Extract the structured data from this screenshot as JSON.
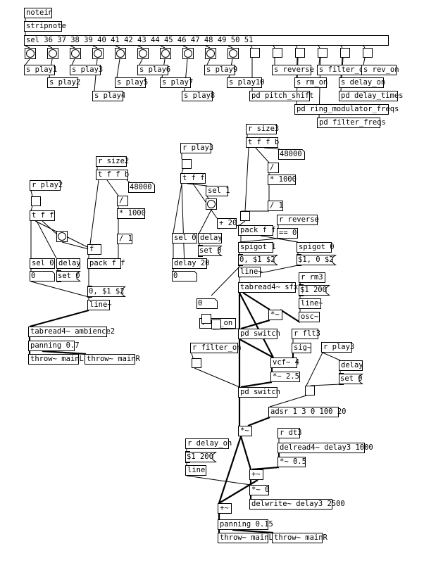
{
  "objects": [
    {
      "id": "notein",
      "text": "notein"
    },
    {
      "id": "stripnote",
      "text": "stripnote"
    },
    {
      "id": "sel_notes",
      "text": "sel 36 37 38 39 40 41 42 43 44 45 46 47 48 49 50 51"
    },
    {
      "id": "s_play1",
      "text": "s play1"
    },
    {
      "id": "s_play2",
      "text": "s play2"
    },
    {
      "id": "s_play3",
      "text": "s play3"
    },
    {
      "id": "s_play4",
      "text": "s play4"
    },
    {
      "id": "s_play5",
      "text": "s play5"
    },
    {
      "id": "s_play6",
      "text": "s play6"
    },
    {
      "id": "s_play7",
      "text": "s play7"
    },
    {
      "id": "s_play8",
      "text": "s play8"
    },
    {
      "id": "s_play9",
      "text": "s play9"
    },
    {
      "id": "s_play10",
      "text": "s play10"
    },
    {
      "id": "pd_pitch_shift",
      "text": "pd pitch_shift"
    },
    {
      "id": "s_reverse",
      "text": "s reverse"
    },
    {
      "id": "s_rm_on",
      "text": "s rm_on"
    },
    {
      "id": "pd_ring_mod",
      "text": "pd ring_modulator_freqs"
    },
    {
      "id": "s_filter_on",
      "text": "s filter_on"
    },
    {
      "id": "pd_filter_freqs",
      "text": "pd filter_freqs"
    },
    {
      "id": "s_delay_on",
      "text": "s delay_on"
    },
    {
      "id": "pd_delay_times",
      "text": "pd delay_times"
    },
    {
      "id": "s_rev_on",
      "text": "s rev_on"
    },
    {
      "id": "r_play2",
      "text": "r play2"
    },
    {
      "id": "tff_a",
      "text": "t f f"
    },
    {
      "id": "sel0_a",
      "text": "sel 0"
    },
    {
      "id": "delay_a",
      "text": "delay"
    },
    {
      "id": "set0_a",
      "text": "set 0"
    },
    {
      "id": "f_a",
      "text": "f"
    },
    {
      "id": "r_size2",
      "text": "r size2"
    },
    {
      "id": "tffb_a",
      "text": "t f f b"
    },
    {
      "id": "div_a",
      "text": "/"
    },
    {
      "id": "mul1000_a",
      "text": "* 1000"
    },
    {
      "id": "div1_a",
      "text": "/ 1"
    },
    {
      "id": "pack_a",
      "text": "pack f f"
    },
    {
      "id": "msg_line_a",
      "text": "0, $1 $2"
    },
    {
      "id": "line_a",
      "text": "line~"
    },
    {
      "id": "tabread_amb",
      "text": "tabread4~ ambience2"
    },
    {
      "id": "panning_a",
      "text": "panning 0.7"
    },
    {
      "id": "throwL_a",
      "text": "throw~ mainL"
    },
    {
      "id": "throwR_a",
      "text": "throw~ mainR"
    },
    {
      "id": "r_play3",
      "text": "r play3"
    },
    {
      "id": "tff_b",
      "text": "t f f"
    },
    {
      "id": "sel1_b",
      "text": "sel 1"
    },
    {
      "id": "sel0_b",
      "text": "sel 0"
    },
    {
      "id": "delay_b",
      "text": "delay"
    },
    {
      "id": "set0_b",
      "text": "set 0"
    },
    {
      "id": "delay20_b",
      "text": "delay 20"
    },
    {
      "id": "plus20_b",
      "text": "+ 20"
    },
    {
      "id": "pack_b",
      "text": "pack f f"
    },
    {
      "id": "r_size3",
      "text": "r size3"
    },
    {
      "id": "tffb_b",
      "text": "t f f b"
    },
    {
      "id": "div_b",
      "text": "/"
    },
    {
      "id": "mul1000_b",
      "text": "* 1000"
    },
    {
      "id": "div1_b",
      "text": "/ 1"
    },
    {
      "id": "r_reverse",
      "text": "r reverse"
    },
    {
      "id": "eq0_b",
      "text": "== 0"
    },
    {
      "id": "spigot1_b",
      "text": "spigot 1"
    },
    {
      "id": "spigot0_b",
      "text": "spigot 0"
    },
    {
      "id": "msg_line_b",
      "text": "0, $1 $2"
    },
    {
      "id": "msg_line_b2",
      "text": "$1, 0 $2"
    },
    {
      "id": "line_b",
      "text": "line~"
    },
    {
      "id": "tabread_sfx",
      "text": "tabread4~ sfx1"
    },
    {
      "id": "r_rm3",
      "text": "r rm3"
    },
    {
      "id": "msg_200_rm",
      "text": "$1 200"
    },
    {
      "id": "line_rm",
      "text": "line~"
    },
    {
      "id": "osc_rm",
      "text": "osc~"
    },
    {
      "id": "mul_rm",
      "text": "*~"
    },
    {
      "id": "r_rm_on",
      "text": "r rm_on"
    },
    {
      "id": "pd_switch1",
      "text": "pd switch"
    },
    {
      "id": "r_flt3",
      "text": "r flt3"
    },
    {
      "id": "sig_flt",
      "text": "sig~"
    },
    {
      "id": "vcf_flt",
      "text": "vcf~ 4"
    },
    {
      "id": "mul25_flt",
      "text": "*~ 2.5"
    },
    {
      "id": "r_filter_on",
      "text": "r filter_on"
    },
    {
      "id": "pd_switch2",
      "text": "pd switch"
    },
    {
      "id": "r_play3_env",
      "text": "r play3"
    },
    {
      "id": "delay_env",
      "text": "delay"
    },
    {
      "id": "set0_env",
      "text": "set 0"
    },
    {
      "id": "adsr",
      "text": "adsr 1 3 0 100 20"
    },
    {
      "id": "mul_env",
      "text": "*~"
    },
    {
      "id": "r_delay_on",
      "text": "r delay_on"
    },
    {
      "id": "msg_200_dl",
      "text": "$1 200"
    },
    {
      "id": "line_dl",
      "text": "line"
    },
    {
      "id": "r_dt3",
      "text": "r dt3"
    },
    {
      "id": "delread",
      "text": "delread4~ delay3 1000"
    },
    {
      "id": "mul05",
      "text": "*~ 0.5"
    },
    {
      "id": "plus_dl",
      "text": "+~"
    },
    {
      "id": "mul0_dl",
      "text": "*~ 0"
    },
    {
      "id": "delwrite",
      "text": "delwrite~ delay3 2500"
    },
    {
      "id": "plus_out",
      "text": "+~"
    },
    {
      "id": "panning_b",
      "text": "panning 0.15"
    },
    {
      "id": "throwL_b",
      "text": "throw~ mainL"
    },
    {
      "id": "throwR_b",
      "text": "throw~ mainR"
    }
  ],
  "atoms": [
    {
      "id": "atom_48000_a",
      "text": "48000"
    },
    {
      "id": "atom_0_a",
      "text": "0"
    },
    {
      "id": "atom_48000_b",
      "text": "48000"
    },
    {
      "id": "atom_0_b",
      "text": "0"
    },
    {
      "id": "atom_0_b2",
      "text": "0"
    }
  ]
}
